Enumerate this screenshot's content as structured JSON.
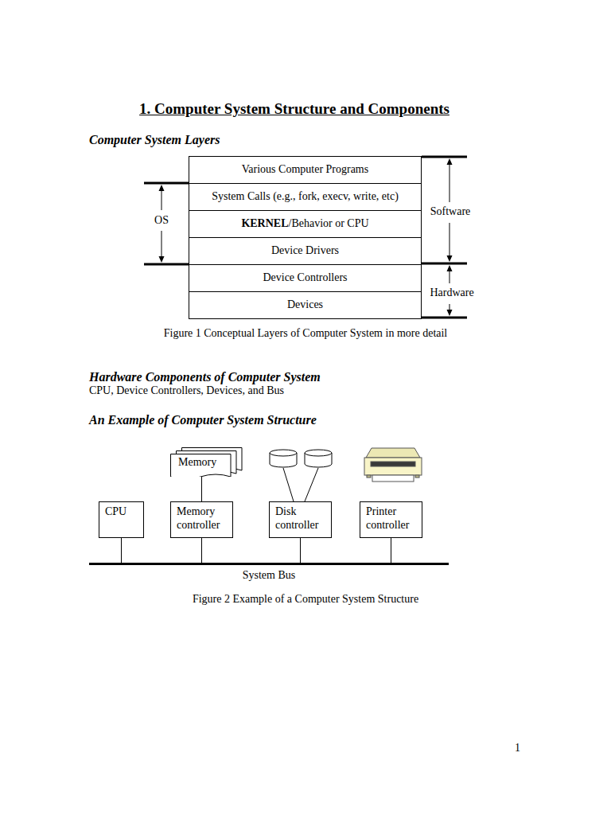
{
  "diagram": {
    "title": "1. Computer System Structure and Components",
    "nodes": [
      {
        "text": [
          "Various Computer Programs"
        ]
      },
      {
        "text": [
          "System Calls (e.g., fork, execv, write, etc)"
        ]
      },
      {
        "text": [
          "KERNEL",
          "/Behavior or CPU"
        ]
      },
      {
        "text": [
          "Device Drivers"
        ]
      },
      {
        "text": [
          "Device Controllers"
        ]
      },
      {
        "text": [
          "Devices"
        ]
      },
      {
        "text": [
          "Memory"
        ]
      },
      {
        "text": [
          "CPU"
        ]
      },
      {
        "text": [
          "Memory controller"
        ]
      },
      {
        "text": [
          "Disk controller"
        ]
      },
      {
        "text": [
          "Printer controller"
        ]
      },
      {
        "text": [
          "System Bus"
        ]
      }
    ],
    "edges": [
      {
        "from": 6,
        "to": 8,
        "arrow": "none"
      },
      {
        "from": 7,
        "to": 11,
        "arrow": "none"
      },
      {
        "from": 8,
        "to": 11,
        "arrow": "none"
      },
      {
        "from": 9,
        "to": 11,
        "arrow": "none"
      },
      {
        "from": 10,
        "to": 11,
        "arrow": "none"
      }
    ],
    "labels": [
      "Computer System Layers",
      "OS",
      "Software",
      "Hardware",
      "Figure 1 Conceptual Layers of Computer System in more detail",
      "Hardware Components of Computer System",
      "CPU, Device Controllers, Devices, and Bus",
      "An Example of Computer System Structure",
      "Figure 2 Example of a Computer System Structure",
      "1"
    ]
  }
}
